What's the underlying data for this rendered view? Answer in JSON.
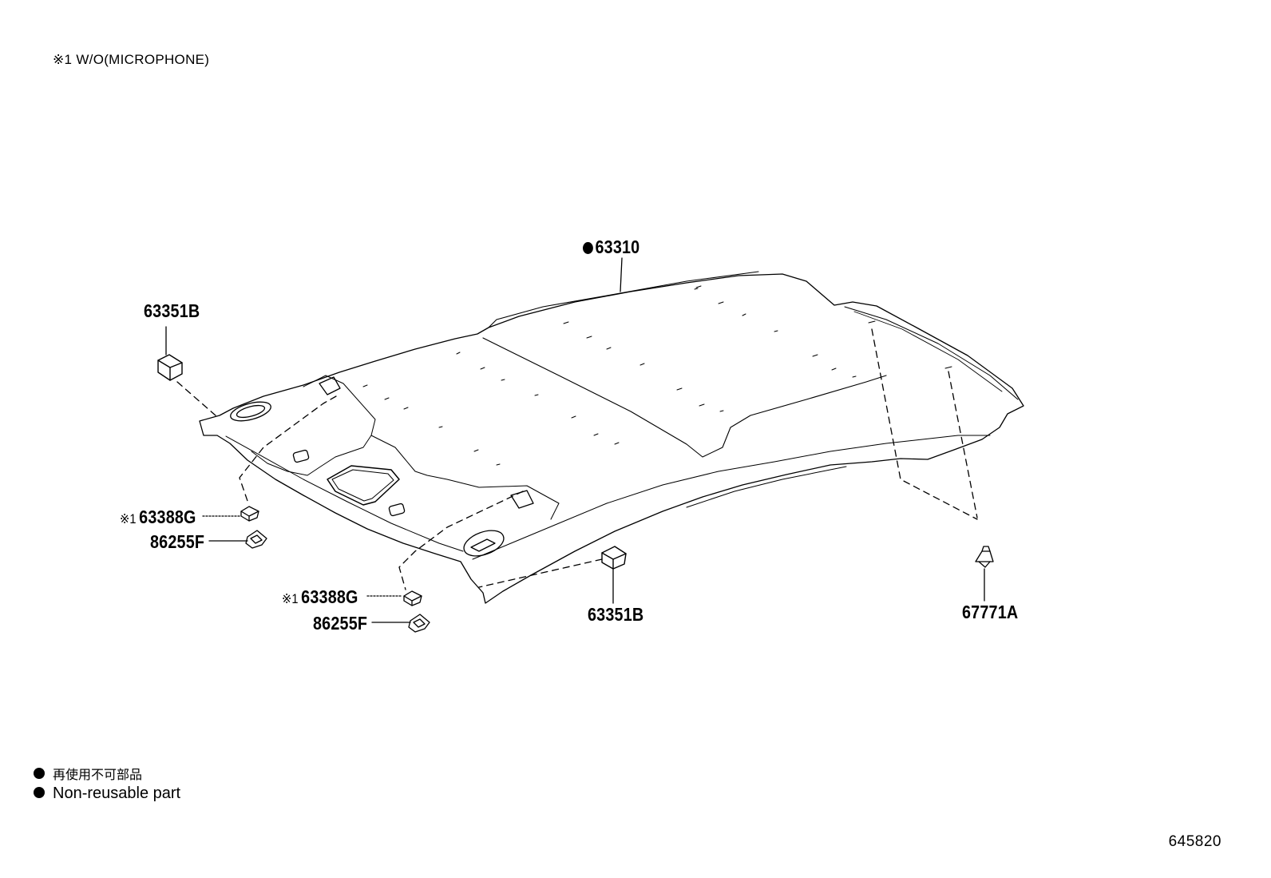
{
  "note": "※1 W/O(MICROPHONE)",
  "labels": {
    "headlining": "63310",
    "pad_a": "63351B",
    "pad_b": "63351B",
    "cover_a": "63388G",
    "cover_b": "63388G",
    "clip_a": "86255F",
    "clip_b": "86255F",
    "fastener": "67771A",
    "mark": "※1"
  },
  "legend": {
    "jp": "再使用不可部品",
    "en": "Non-reusable part"
  },
  "illustration_code": "645820"
}
